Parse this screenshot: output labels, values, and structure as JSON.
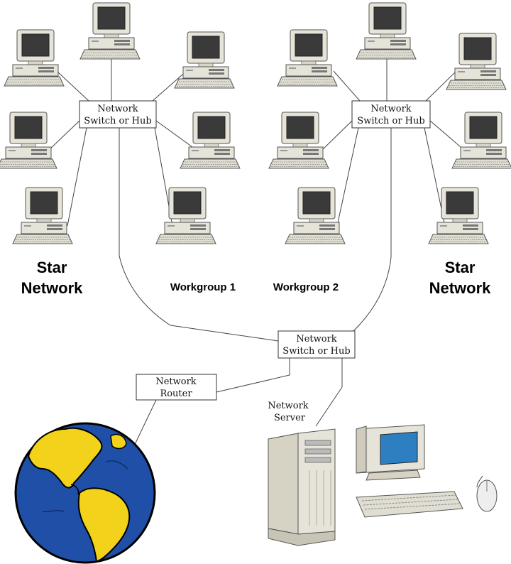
{
  "hub_left": {
    "line1": "Network",
    "line2": "Switch or Hub"
  },
  "hub_right": {
    "line1": "Network",
    "line2": "Switch or Hub"
  },
  "hub_center": {
    "line1": "Network",
    "line2": "Switch or Hub"
  },
  "router": {
    "line1": "Network",
    "line2": "Router"
  },
  "server": {
    "line1": "Network",
    "line2": "Server"
  },
  "star_left": {
    "line1": "Star",
    "line2": "Network"
  },
  "star_right": {
    "line1": "Star",
    "line2": "Network"
  },
  "workgroup_1": "Workgroup 1",
  "workgroup_2": "Workgroup 2",
  "colors": {
    "globe_ocean": "#1f4fa6",
    "globe_land": "#f2d21a",
    "screen": "#3a3a3a",
    "workstation_screen": "#2d7fc1",
    "beige": "#e6e4d8"
  },
  "icons": [
    "computer-icon",
    "server-icon",
    "globe-icon",
    "mouse-icon",
    "keyboard-icon",
    "monitor-icon"
  ]
}
